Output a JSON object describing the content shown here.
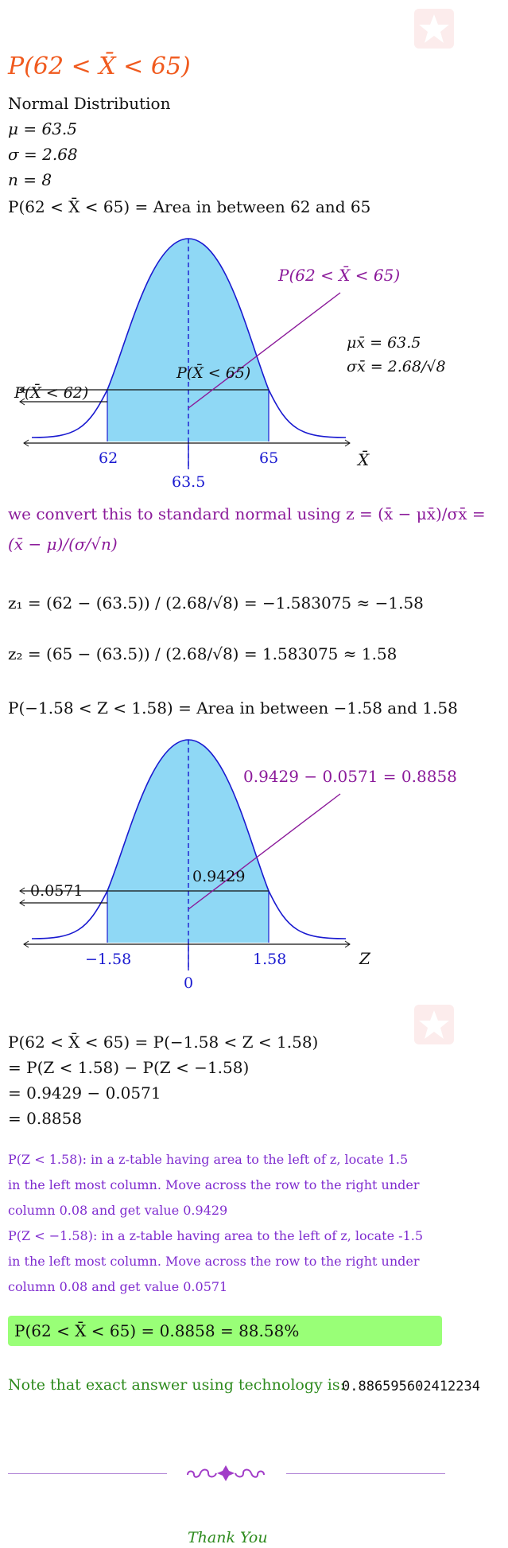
{
  "title": "P(62 < X̄ < 65)",
  "given": {
    "dist": "Normal Distribution",
    "mu": "μ = 63.5",
    "sigma": "σ = 2.68",
    "n": "n = 8",
    "area_stmt": "P(62 < X̄ < 65) = Area in between 62 and 65"
  },
  "graph1": {
    "curve_label": "P(62 < X̄ < 65)",
    "right_label": "P(X̄ < 65)",
    "left_label": "P(X̄ < 62)",
    "mu_xbar": "μx̄ = 63.5",
    "sigma_xbar": "σx̄ = 2.68/√8",
    "tick_left": "62",
    "tick_right": "65",
    "tick_center": "63.5",
    "axis": "X̄"
  },
  "convert": {
    "line1": "we convert this to standard normal using z = (x̄ − μx̄)/σx̄ =",
    "line2": "(x̄ − μ)/(σ/√n)"
  },
  "z_calc": {
    "z1": "z₁ = (62 − (63.5)) / (2.68/√8) = −1.583075 ≈ −1.58",
    "z2": "z₂ = (65 − (63.5)) / (2.68/√8) = 1.583075 ≈ 1.58",
    "area_stmt": "P(−1.58 < Z < 1.58) = Area in between −1.58 and 1.58"
  },
  "graph2": {
    "curve_label": "0.9429 − 0.0571 = 0.8858",
    "right_label": "0.9429",
    "left_label": "0.0571",
    "tick_left": "−1.58",
    "tick_right": "1.58",
    "tick_center": "0",
    "axis": "Z"
  },
  "steps": {
    "s1": "P(62 < X̄ < 65) = P(−1.58 < Z < 1.58)",
    "s2": "= P(Z < 1.58) − P(Z < −1.58)",
    "s3": "= 0.9429 − 0.0571",
    "s4": "= 0.8858"
  },
  "notes": {
    "n1a": "P(Z < 1.58): in a z-table having area to the left of z, locate 1.5",
    "n1b": "in the left most column. Move across the row to the right under",
    "n1c": "column 0.08 and get value 0.9429",
    "n2a": "P(Z < −1.58): in a z-table having area to the left of z, locate -1.5",
    "n2b": "in the left most column. Move across the row to the right under",
    "n2c": "column 0.08 and get value 0.0571"
  },
  "answer": "P(62 < X̄ < 65) = 0.8858 = 88.58%",
  "tech_note": {
    "label": "Note that exact answer using technology is:",
    "value": "0.886595602412234"
  },
  "closing": "Thank You",
  "colors": {
    "title": "#f05a1e",
    "shade": "#8fd8f5",
    "curve": "#1a1ad0",
    "purple": "#8b1a9a",
    "answer_bg": "#99ff77",
    "green": "#2e8b1e"
  },
  "icons": [
    "star-watermark-icon",
    "ornament-icon"
  ]
}
